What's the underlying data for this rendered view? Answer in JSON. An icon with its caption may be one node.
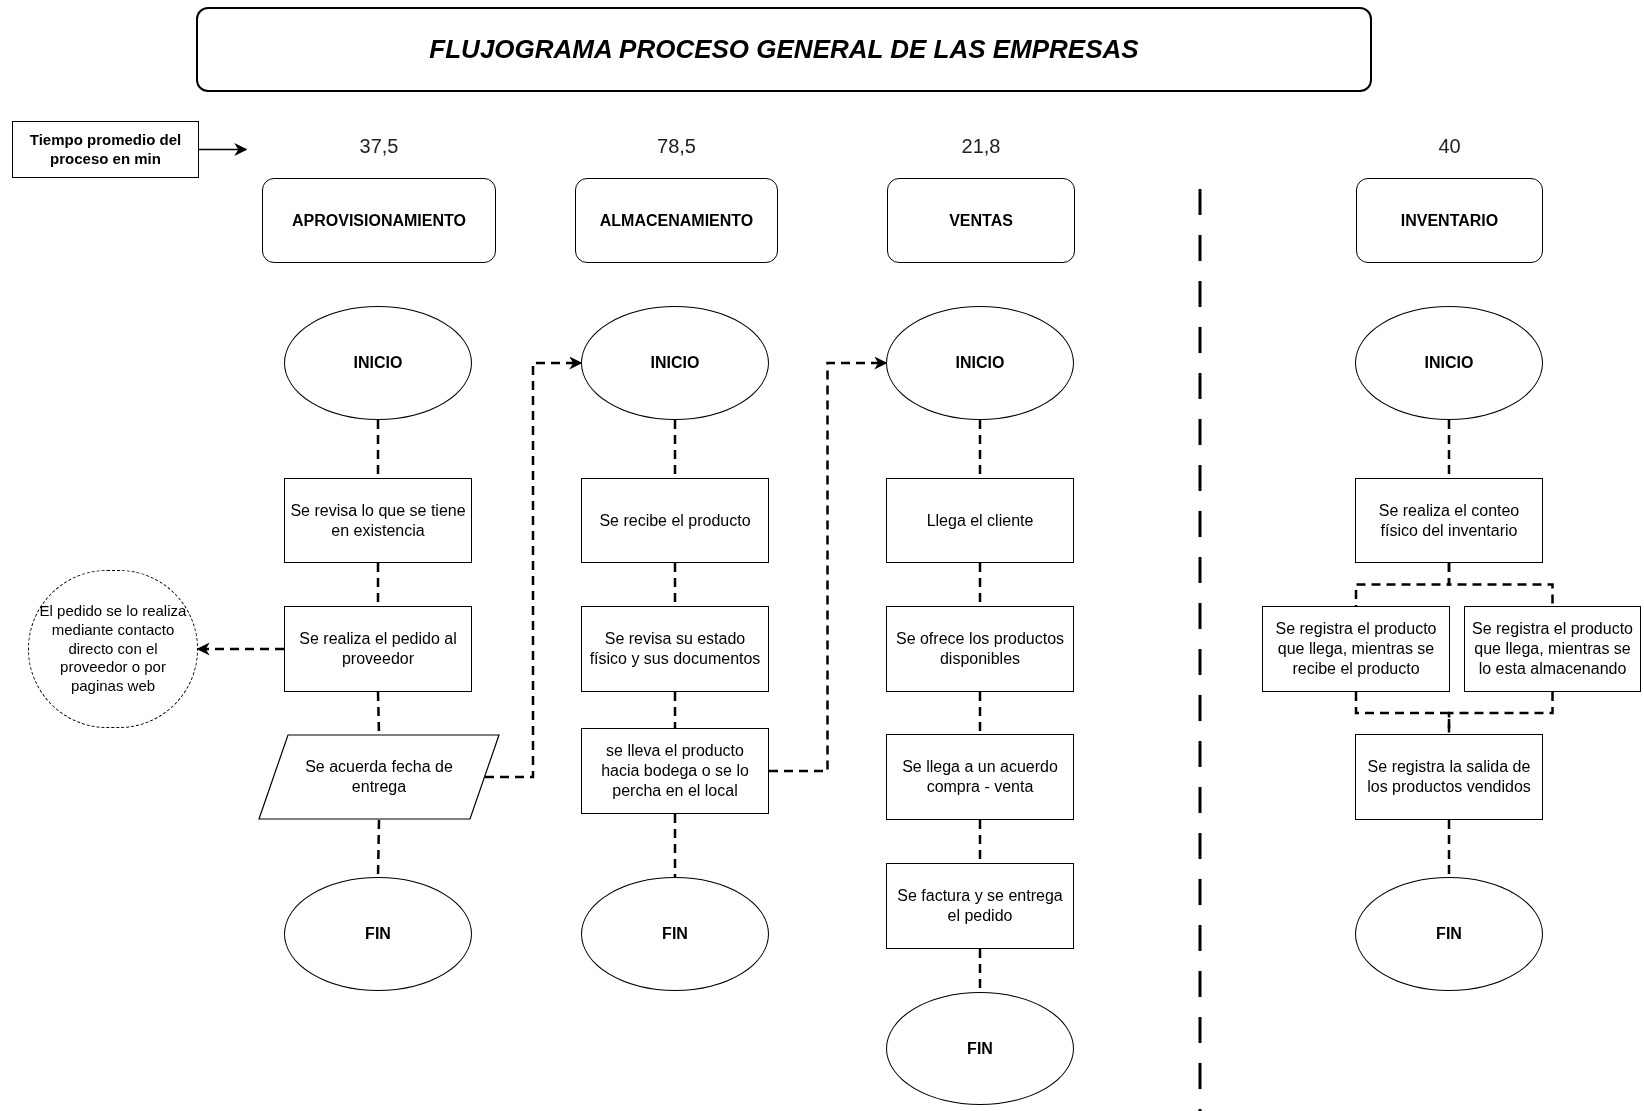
{
  "diagram": {
    "title": "FLUJOGRAMA PROCESO GENERAL DE LAS EMPRESAS",
    "nodes": [
      {
        "text": [
          "Tiempo promedio del proceso en min"
        ]
      },
      {
        "text": [
          "APROVISIONAMIENTO"
        ],
        "beside": [
          "37,5"
        ]
      },
      {
        "text": [
          "ALMACENAMIENTO"
        ],
        "beside": [
          "78,5"
        ]
      },
      {
        "text": [
          "VENTAS"
        ],
        "beside": [
          "21,8"
        ]
      },
      {
        "text": [
          "INVENTARIO"
        ],
        "beside": [
          "40"
        ]
      },
      {
        "text": [
          "INICIO"
        ]
      },
      {
        "text": [
          "Se revisa lo que se tiene en existencia"
        ]
      },
      {
        "text": [
          "Se realiza el pedido al proveedor"
        ]
      },
      {
        "text": [
          "El pedido se lo realiza mediante contacto directo con el proveedor o por paginas web"
        ]
      },
      {
        "text": [
          "Se acuerda fecha de entrega"
        ]
      },
      {
        "text": [
          "FIN"
        ]
      },
      {
        "text": [
          "INICIO"
        ]
      },
      {
        "text": [
          "Se recibe el producto"
        ]
      },
      {
        "text": [
          "Se revisa su estado físico y sus documentos"
        ]
      },
      {
        "text": [
          "se lleva el producto hacia bodega o se lo percha en el local"
        ]
      },
      {
        "text": [
          "FIN"
        ]
      },
      {
        "text": [
          "INICIO"
        ]
      },
      {
        "text": [
          "Llega el cliente"
        ]
      },
      {
        "text": [
          "Se ofrece los productos disponibles"
        ]
      },
      {
        "text": [
          "Se llega a un acuerdo compra - venta"
        ]
      },
      {
        "text": [
          "Se factura y se entrega el pedido"
        ]
      },
      {
        "text": [
          "FIN"
        ]
      },
      {
        "text": [
          "INICIO"
        ]
      },
      {
        "text": [
          "Se realiza el conteo físico del inventario"
        ]
      },
      {
        "text": [
          "Se registra el producto que llega, mientras se recibe el producto"
        ]
      },
      {
        "text": [
          "Se registra el producto que llega, mientras se lo esta almacenando"
        ]
      },
      {
        "text": [
          "Se registra la salida de los productos vendidos"
        ]
      },
      {
        "text": [
          "FIN"
        ]
      }
    ],
    "edges": [
      {
        "from": 0,
        "to": 1,
        "arrow": "to"
      },
      {
        "from": 5,
        "to": 6,
        "arrow": "none",
        "style": "dashed"
      },
      {
        "from": 6,
        "to": 7,
        "arrow": "none",
        "style": "dashed"
      },
      {
        "from": 7,
        "to": 8,
        "arrow": "to",
        "style": "dashed"
      },
      {
        "from": 7,
        "to": 9,
        "arrow": "none",
        "style": "dashed"
      },
      {
        "from": 9,
        "to": 10,
        "arrow": "none",
        "style": "dashed"
      },
      {
        "from": 9,
        "to": 11,
        "arrow": "to",
        "style": "dashed"
      },
      {
        "from": 11,
        "to": 12,
        "arrow": "none",
        "style": "dashed"
      },
      {
        "from": 12,
        "to": 13,
        "arrow": "none",
        "style": "dashed"
      },
      {
        "from": 13,
        "to": 14,
        "arrow": "none",
        "style": "dashed"
      },
      {
        "from": 14,
        "to": 15,
        "arrow": "none",
        "style": "dashed"
      },
      {
        "from": 14,
        "to": 16,
        "arrow": "to",
        "style": "dashed"
      },
      {
        "from": 16,
        "to": 17,
        "arrow": "none",
        "style": "dashed"
      },
      {
        "from": 17,
        "to": 18,
        "arrow": "none",
        "style": "dashed"
      },
      {
        "from": 18,
        "to": 19,
        "arrow": "none",
        "style": "dashed"
      },
      {
        "from": 19,
        "to": 20,
        "arrow": "none",
        "style": "dashed"
      },
      {
        "from": 20,
        "to": 21,
        "arrow": "none",
        "style": "dashed"
      },
      {
        "from": 22,
        "to": 23,
        "arrow": "none",
        "style": "dashed"
      },
      {
        "from": 23,
        "to": 24,
        "arrow": "none",
        "style": "dashed"
      },
      {
        "from": 23,
        "to": 25,
        "arrow": "none",
        "style": "dashed"
      },
      {
        "from": 24,
        "to": 26,
        "arrow": "none",
        "style": "dashed"
      },
      {
        "from": 25,
        "to": 26,
        "arrow": "none",
        "style": "dashed"
      },
      {
        "from": 26,
        "to": 27,
        "arrow": "none",
        "style": "dashed"
      }
    ]
  }
}
